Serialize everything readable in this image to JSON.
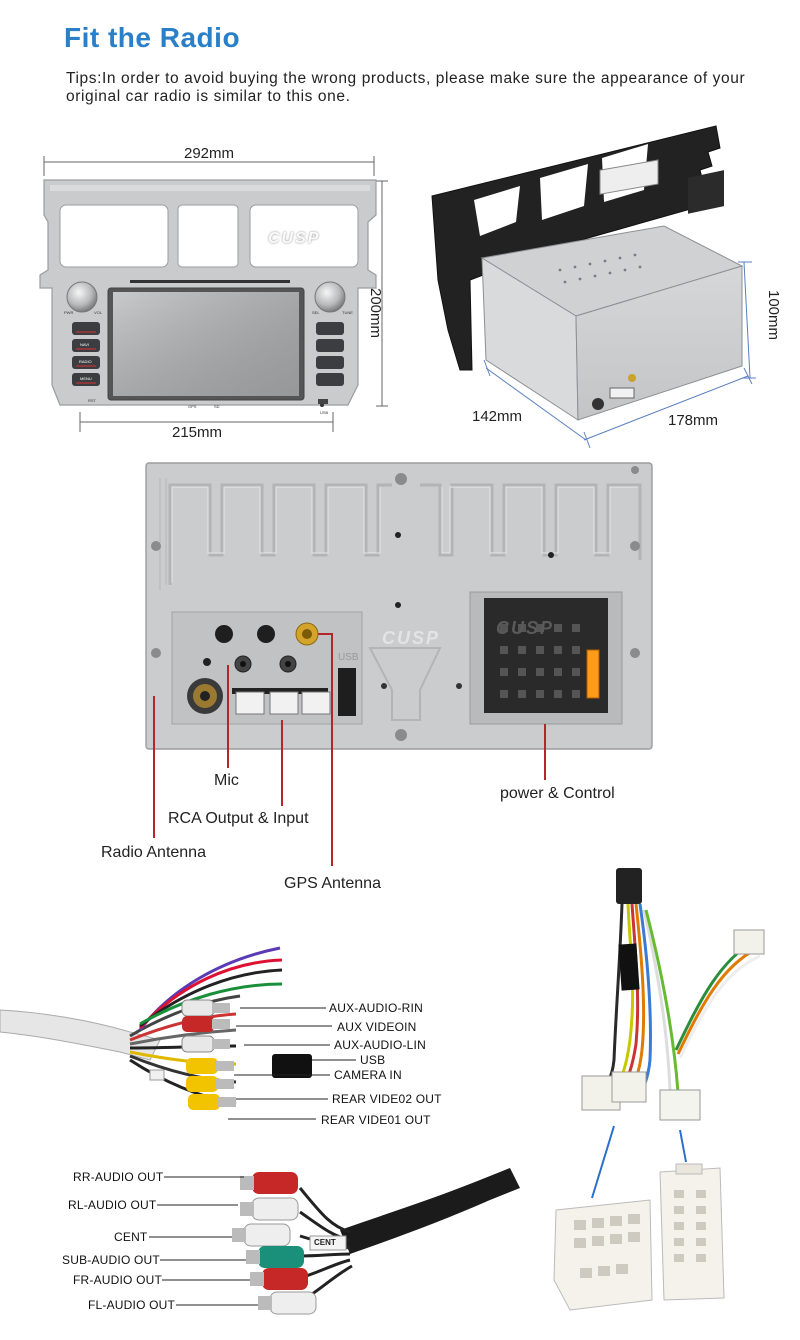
{
  "header": {
    "title": "Fit the Radio",
    "tips": "Tips:In order to avoid buying the wrong products, please make sure the appearance of your original car radio is similar to this one."
  },
  "front_view": {
    "brand": "CUSP",
    "width_top": "292mm",
    "height_right": "200mm",
    "width_bottom": "215mm",
    "button_labels": [
      "PWR",
      "VOL",
      "SEL",
      "TUNE",
      "NAVI",
      "RADIO",
      "MENU",
      "RST",
      "GPS",
      "SD",
      "USB"
    ]
  },
  "side_view": {
    "height": "100mm",
    "depth": "142mm",
    "width": "178mm"
  },
  "back_panel": {
    "brand": "CUSP",
    "usb_text": "USB",
    "labels": {
      "mic": "Mic",
      "rca": "RCA Output & Input",
      "radio_antenna": "Radio Antenna",
      "gps_antenna": "GPS Antenna",
      "power_control": "power & Control"
    }
  },
  "cable_labels_top": [
    "AUX-AUDIO-RIN",
    "AUX VIDEOIN",
    "AUX-AUDIO-LIN",
    "USB",
    "CAMERA IN",
    "REAR VIDE02 OUT",
    "REAR VIDE01 OUT"
  ],
  "cable_labels_bottom": [
    "RR-AUDIO OUT",
    "RL-AUDIO OUT",
    "CENT",
    "SUB-AUDIO OUT",
    "FR-AUDIO OUT",
    "FL-AUDIO OUT"
  ],
  "cable_tag": "CENT",
  "colors": {
    "title_blue": "#2a7fc9",
    "callout_red": "#b3262b",
    "rca_red": "#c62828",
    "rca_white": "#eeeeee",
    "rca_yellow": "#f2c400",
    "rca_green": "#1a8f7a"
  }
}
